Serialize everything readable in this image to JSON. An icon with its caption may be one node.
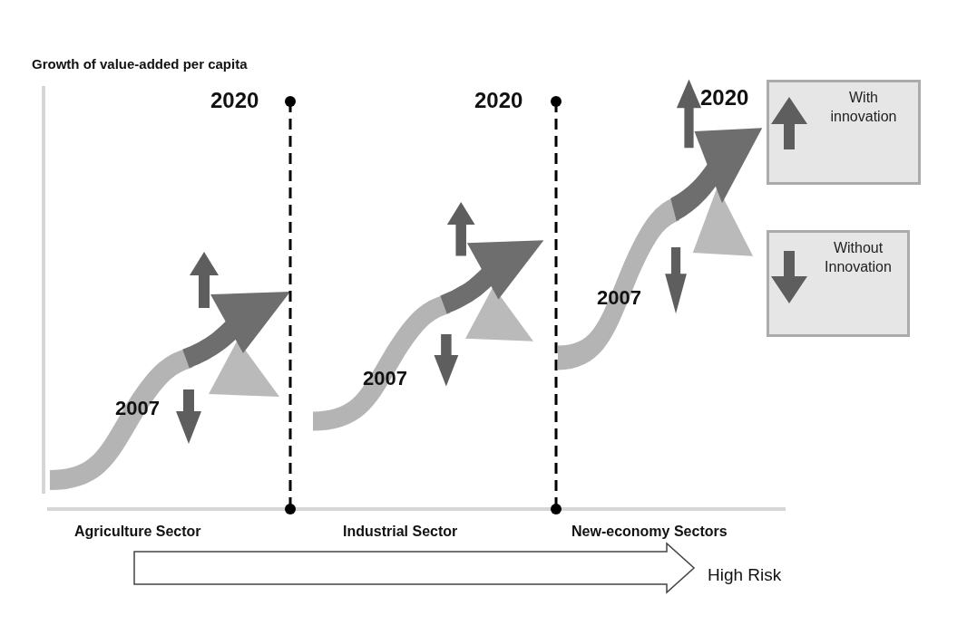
{
  "diagram": {
    "labels": [
      "Growth of value-added per capita",
      "2020",
      "2020",
      "2020",
      "2007",
      "2007",
      "2007",
      "Agriculture Sector",
      "Industrial Sector",
      "New-economy Sectors",
      "High Risk"
    ],
    "legend": [
      {
        "text": "With innovation"
      },
      {
        "text": "Without Innovation"
      }
    ]
  }
}
